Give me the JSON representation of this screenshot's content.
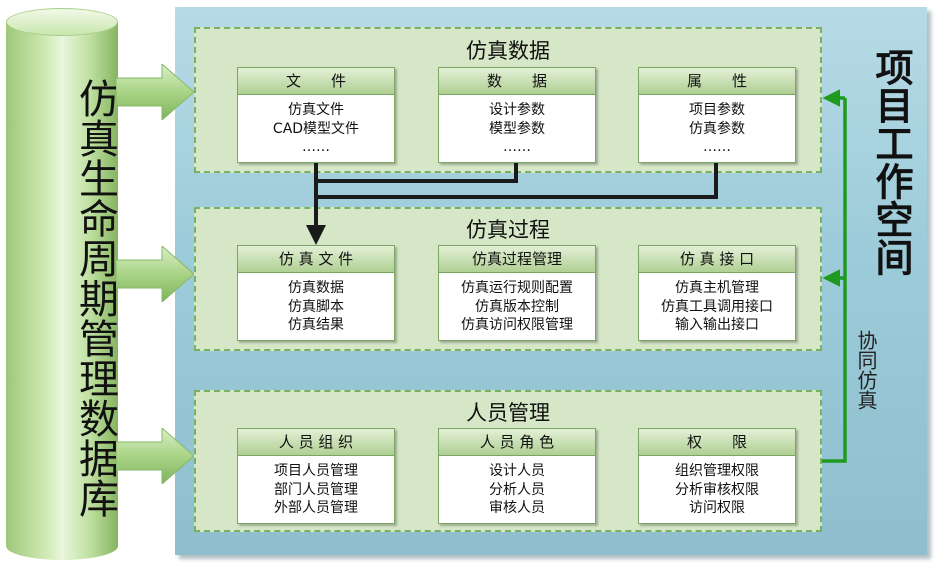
{
  "database": {
    "label": "仿真生命周期管理数据库"
  },
  "workspace": {
    "label": "项目工作空间"
  },
  "collab": {
    "label": "协同仿真"
  },
  "colors": {
    "panel": "#9ccbd9",
    "section": "#d5e7c6",
    "cylinder": "#bfe0a0",
    "connector": "#1a1a1a",
    "collab_arrow": "#1e9a1e"
  },
  "sections": [
    {
      "title": "仿真数据",
      "cards": [
        {
          "header": "文　　件",
          "items": [
            "仿真文件",
            "CAD模型文件",
            "……"
          ]
        },
        {
          "header": "数　　据",
          "items": [
            "设计参数",
            "模型参数",
            "……"
          ]
        },
        {
          "header": "属　　性",
          "items": [
            "项目参数",
            "仿真参数",
            "……"
          ]
        }
      ]
    },
    {
      "title": "仿真过程",
      "cards": [
        {
          "header": "仿 真 文 件",
          "items": [
            "仿真数据",
            "仿真脚本",
            "仿真结果"
          ]
        },
        {
          "header": "仿真过程管理",
          "items": [
            "仿真运行规则配置",
            "仿真版本控制",
            "仿真访问权限管理"
          ]
        },
        {
          "header": "仿 真 接 口",
          "items": [
            "仿真主机管理",
            "仿真工具调用接口",
            "输入输出接口"
          ]
        }
      ]
    },
    {
      "title": "人员管理",
      "cards": [
        {
          "header": "人 员 组 织",
          "items": [
            "项目人员管理",
            "部门人员管理",
            "外部人员管理"
          ]
        },
        {
          "header": "人 员 角 色",
          "items": [
            "设计人员",
            "分析人员",
            "审核人员"
          ]
        },
        {
          "header": "权　　限",
          "items": [
            "组织管理权限",
            "分析审核权限",
            "访问权限"
          ]
        }
      ]
    }
  ]
}
